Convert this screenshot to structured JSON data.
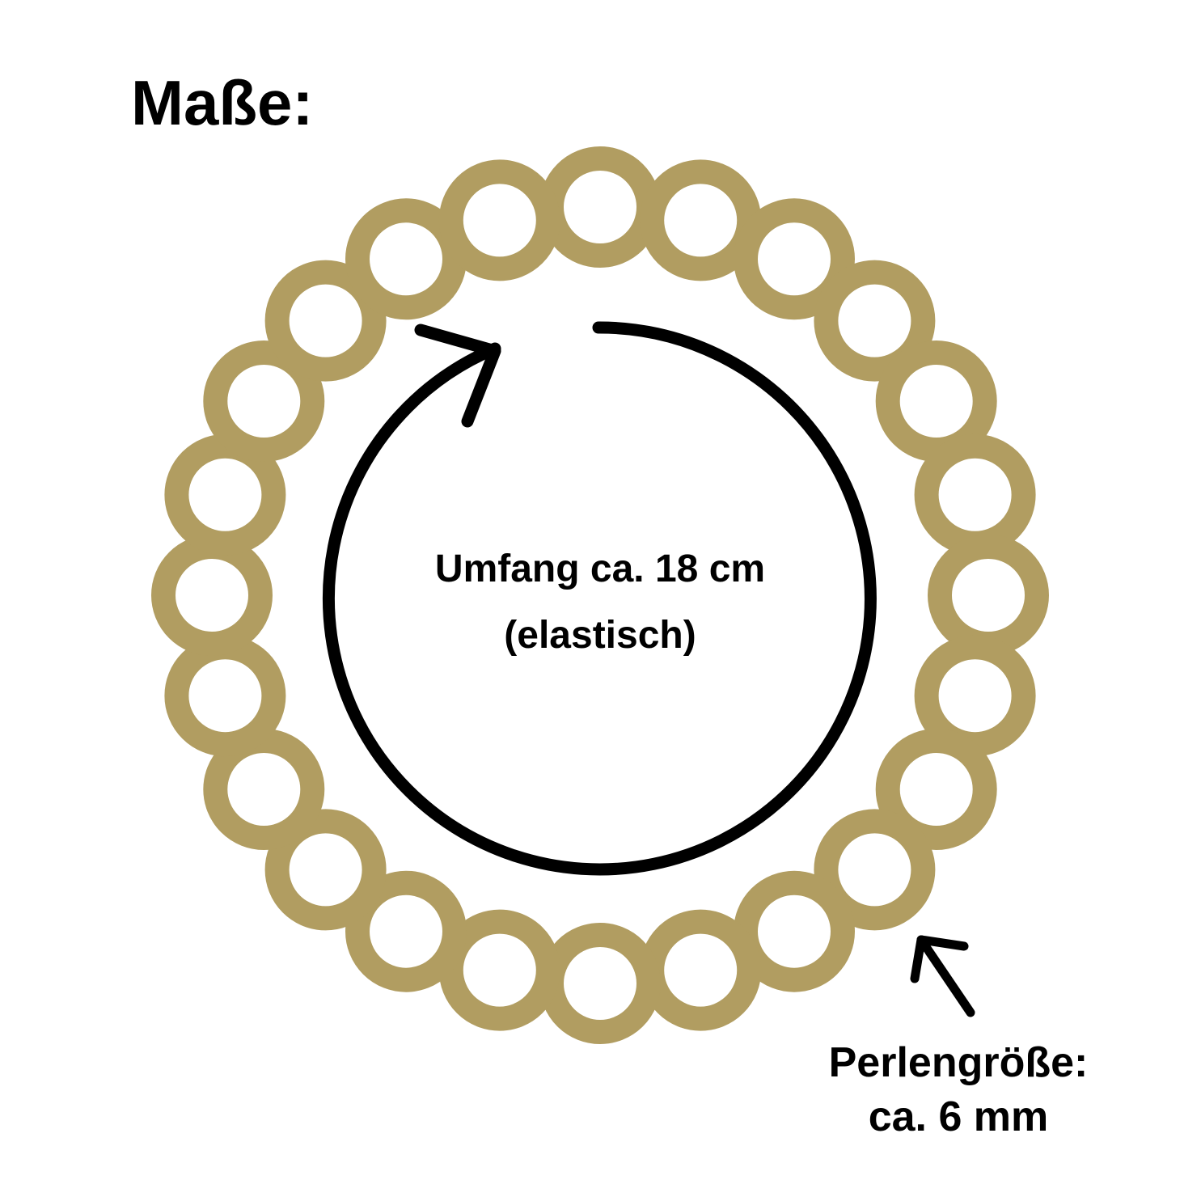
{
  "title": "Maße:",
  "circumference": {
    "line1": "Umfang ca. 18 cm",
    "line2": "(elastisch)"
  },
  "bead_size": {
    "line1": "Perlengröße:",
    "line2": "ca. 6 mm"
  },
  "bracelet": {
    "bead_count": 24,
    "bead_color": "#B19D61",
    "bead_fill": "#ffffff"
  },
  "colors": {
    "arrow": "#000000",
    "text": "#000000",
    "background": "#ffffff"
  }
}
